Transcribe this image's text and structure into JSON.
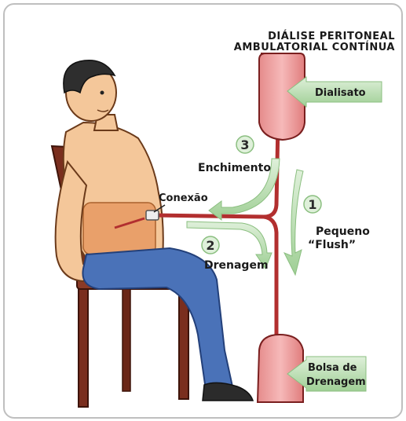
{
  "title": {
    "line1": "DIÁLISE PERITONEAL",
    "line2": "AMBULATORIAL CONTÍNUA"
  },
  "labels": {
    "dialisato": "Dialisato",
    "conexao": "Conexão",
    "bolsa_line1": "Bolsa de",
    "bolsa_line2": "Drenagem"
  },
  "steps": [
    {
      "number": "1",
      "line1": "Pequeno",
      "line2": "“Flush”"
    },
    {
      "number": "2",
      "line1": "Drenagem"
    },
    {
      "number": "3",
      "line1": "Enchimento"
    }
  ],
  "colors": {
    "arrow_green": "#a8d5a0",
    "tube_red": "#b22f2f",
    "bag_pink": "#f0a8a8",
    "jeans_blue": "#4a72b8",
    "skin": "#f4c79a",
    "chair": "#7a2e1e"
  }
}
